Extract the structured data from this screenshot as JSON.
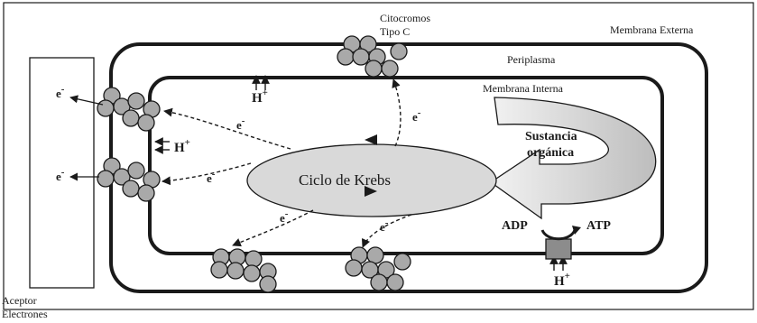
{
  "labels": {
    "citocromos": "Citocromos",
    "tipo_c": "Tipo C",
    "membrana_externa": "Membrana Externa",
    "periplasma": "Periplasma",
    "membrana_interna": "Membrana Interna",
    "ciclo_krebs": "Ciclo de Krebs",
    "sustancia": "Sustancia",
    "organica": "orgánica",
    "adp": "ADP",
    "atp": "ATP",
    "aceptor": "Aceptor",
    "electrones": "Electrones",
    "electron_symbol": "e",
    "proton_symbol": "H",
    "minus": "-",
    "plus": "+"
  },
  "colors": {
    "line": "#1a1a1a",
    "cytochrome_fill": "#a9a9a9",
    "krebs_fill": "#d9d9d9",
    "arrow_fill": "#cfcfcf",
    "synthase_fill": "#8c8c8c"
  }
}
